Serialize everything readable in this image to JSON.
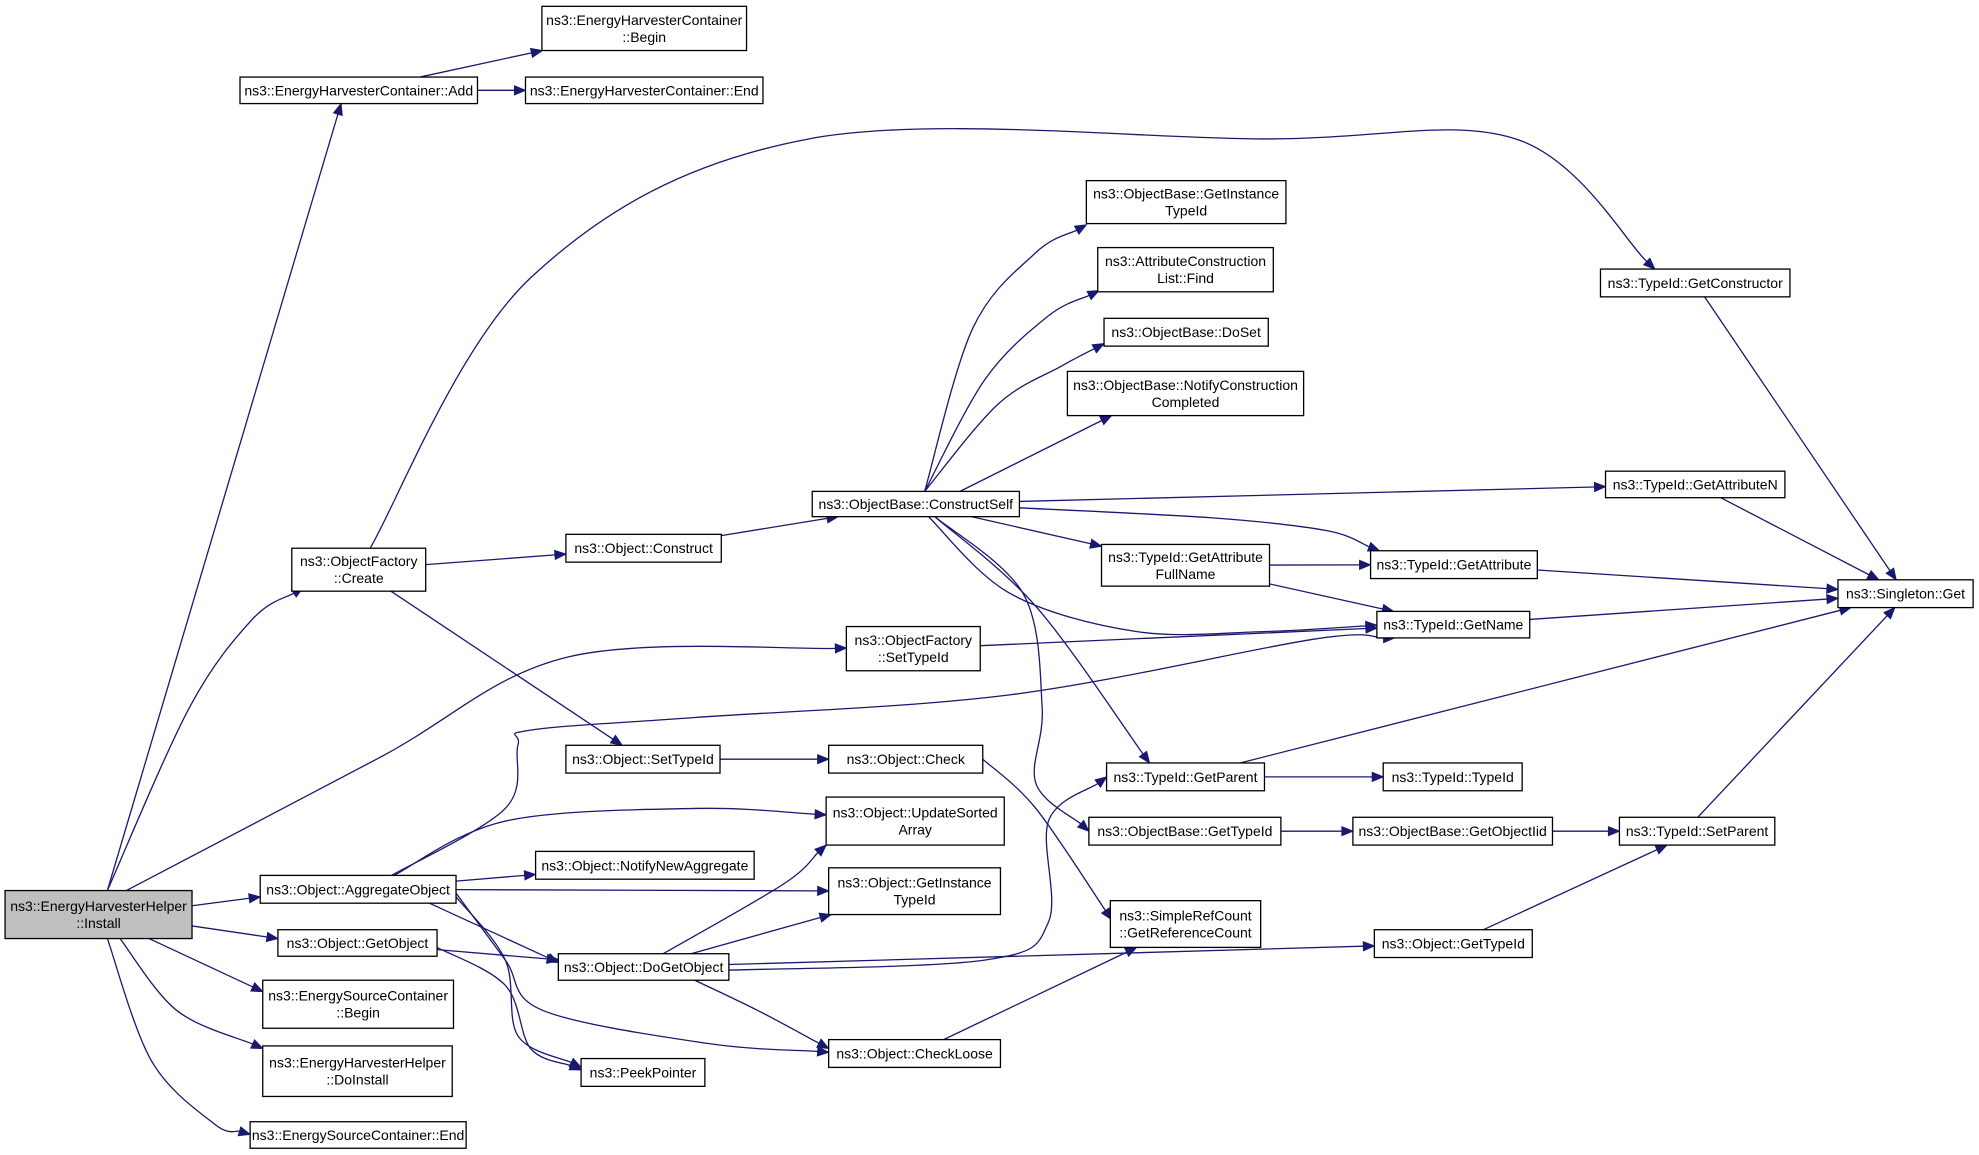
{
  "nodes": [
    {
      "id": "root",
      "lines": [
        "ns3::EnergyHarvesterHelper",
        "::Install"
      ],
      "root": true
    },
    {
      "id": "ehc_add",
      "lines": [
        "ns3::EnergyHarvesterContainer::Add"
      ]
    },
    {
      "id": "ehc_begin",
      "lines": [
        "ns3::EnergyHarvesterContainer",
        "::Begin"
      ]
    },
    {
      "id": "ehc_end",
      "lines": [
        "ns3::EnergyHarvesterContainer::End"
      ]
    },
    {
      "id": "of_create",
      "lines": [
        "ns3::ObjectFactory",
        "::Create"
      ]
    },
    {
      "id": "obj_construct",
      "lines": [
        "ns3::Object::Construct"
      ]
    },
    {
      "id": "ob_constructself",
      "lines": [
        "ns3::ObjectBase::ConstructSelf"
      ]
    },
    {
      "id": "ob_getinstance",
      "lines": [
        "ns3::ObjectBase::GetInstance",
        "TypeId"
      ]
    },
    {
      "id": "acl_find",
      "lines": [
        "ns3::AttributeConstruction",
        "List::Find"
      ]
    },
    {
      "id": "ob_doset",
      "lines": [
        "ns3::ObjectBase::DoSet"
      ]
    },
    {
      "id": "ob_notify",
      "lines": [
        "ns3::ObjectBase::NotifyConstruction",
        "Completed"
      ]
    },
    {
      "id": "tid_getconstructor",
      "lines": [
        "ns3::TypeId::GetConstructor"
      ]
    },
    {
      "id": "tid_getattrn",
      "lines": [
        "ns3::TypeId::GetAttributeN"
      ]
    },
    {
      "id": "tid_getattrfull",
      "lines": [
        "ns3::TypeId::GetAttribute",
        "FullName"
      ]
    },
    {
      "id": "tid_getattr",
      "lines": [
        "ns3::TypeId::GetAttribute"
      ]
    },
    {
      "id": "tid_getname",
      "lines": [
        "ns3::TypeId::GetName"
      ]
    },
    {
      "id": "singleton_get",
      "lines": [
        "ns3::Singleton::Get"
      ]
    },
    {
      "id": "of_settypeid",
      "lines": [
        "ns3::ObjectFactory",
        "::SetTypeId"
      ]
    },
    {
      "id": "obj_settypeid",
      "lines": [
        "ns3::Object::SetTypeId"
      ]
    },
    {
      "id": "obj_check",
      "lines": [
        "ns3::Object::Check"
      ]
    },
    {
      "id": "tid_getparent",
      "lines": [
        "ns3::TypeId::GetParent"
      ]
    },
    {
      "id": "tid_typeid",
      "lines": [
        "ns3::TypeId::TypeId"
      ]
    },
    {
      "id": "ob_gettypeid",
      "lines": [
        "ns3::ObjectBase::GetTypeId"
      ]
    },
    {
      "id": "ob_getobjectiid",
      "lines": [
        "ns3::ObjectBase::GetObjectIid"
      ]
    },
    {
      "id": "tid_setparent",
      "lines": [
        "ns3::TypeId::SetParent"
      ]
    },
    {
      "id": "obj_aggregate",
      "lines": [
        "ns3::Object::AggregateObject"
      ]
    },
    {
      "id": "obj_updatesorted",
      "lines": [
        "ns3::Object::UpdateSorted",
        "Array"
      ]
    },
    {
      "id": "obj_notifynew",
      "lines": [
        "ns3::Object::NotifyNewAggregate"
      ]
    },
    {
      "id": "obj_getinstance",
      "lines": [
        "ns3::Object::GetInstance",
        "TypeId"
      ]
    },
    {
      "id": "obj_getobject",
      "lines": [
        "ns3::Object::GetObject"
      ]
    },
    {
      "id": "obj_dogetobject",
      "lines": [
        "ns3::Object::DoGetObject"
      ]
    },
    {
      "id": "src_getrefcount",
      "lines": [
        "ns3::SimpleRefCount",
        "::GetReferenceCount"
      ]
    },
    {
      "id": "obj_gettypeid",
      "lines": [
        "ns3::Object::GetTypeId"
      ]
    },
    {
      "id": "esc_begin",
      "lines": [
        "ns3::EnergySourceContainer",
        "::Begin"
      ]
    },
    {
      "id": "ehh_doinstall",
      "lines": [
        "ns3::EnergyHarvesterHelper",
        "::DoInstall"
      ]
    },
    {
      "id": "esc_end",
      "lines": [
        "ns3::EnergySourceContainer::End"
      ]
    },
    {
      "id": "obj_checkloose",
      "lines": [
        "ns3::Object::CheckLoose"
      ]
    },
    {
      "id": "peekpointer",
      "lines": [
        "ns3::PeekPointer"
      ]
    }
  ],
  "edges": [
    [
      "root",
      "ehc_add"
    ],
    [
      "root",
      "of_create"
    ],
    [
      "root",
      "of_settypeid"
    ],
    [
      "root",
      "obj_aggregate"
    ],
    [
      "root",
      "obj_getobject"
    ],
    [
      "root",
      "esc_begin"
    ],
    [
      "root",
      "ehh_doinstall"
    ],
    [
      "root",
      "esc_end"
    ],
    [
      "ehc_add",
      "ehc_begin"
    ],
    [
      "ehc_add",
      "ehc_end"
    ],
    [
      "of_create",
      "tid_getconstructor"
    ],
    [
      "of_create",
      "obj_construct"
    ],
    [
      "of_create",
      "obj_settypeid"
    ],
    [
      "obj_construct",
      "ob_constructself"
    ],
    [
      "ob_constructself",
      "ob_getinstance"
    ],
    [
      "ob_constructself",
      "acl_find"
    ],
    [
      "ob_constructself",
      "ob_doset"
    ],
    [
      "ob_constructself",
      "ob_notify"
    ],
    [
      "ob_constructself",
      "tid_getattrn"
    ],
    [
      "ob_constructself",
      "tid_getattrfull"
    ],
    [
      "ob_constructself",
      "tid_getattr"
    ],
    [
      "ob_constructself",
      "tid_getname"
    ],
    [
      "ob_constructself",
      "tid_getparent"
    ],
    [
      "ob_constructself",
      "ob_gettypeid"
    ],
    [
      "tid_getconstructor",
      "singleton_get"
    ],
    [
      "tid_getattrn",
      "singleton_get"
    ],
    [
      "tid_getattrfull",
      "tid_getattr"
    ],
    [
      "tid_getattrfull",
      "tid_getname"
    ],
    [
      "tid_getattr",
      "singleton_get"
    ],
    [
      "tid_getname",
      "singleton_get"
    ],
    [
      "of_settypeid",
      "tid_getname"
    ],
    [
      "obj_settypeid",
      "obj_check"
    ],
    [
      "obj_check",
      "src_getrefcount"
    ],
    [
      "tid_getparent",
      "tid_typeid"
    ],
    [
      "tid_getparent",
      "singleton_get"
    ],
    [
      "ob_gettypeid",
      "ob_getobjectiid"
    ],
    [
      "ob_getobjectiid",
      "tid_setparent"
    ],
    [
      "tid_setparent",
      "singleton_get"
    ],
    [
      "obj_aggregate",
      "tid_getname"
    ],
    [
      "obj_aggregate",
      "obj_updatesorted"
    ],
    [
      "obj_aggregate",
      "obj_notifynew"
    ],
    [
      "obj_aggregate",
      "obj_getinstance"
    ],
    [
      "obj_aggregate",
      "obj_dogetobject"
    ],
    [
      "obj_aggregate",
      "obj_checkloose"
    ],
    [
      "obj_aggregate",
      "peekpointer"
    ],
    [
      "obj_getobject",
      "obj_dogetobject"
    ],
    [
      "obj_getobject",
      "peekpointer"
    ],
    [
      "obj_dogetobject",
      "obj_updatesorted"
    ],
    [
      "obj_dogetobject",
      "obj_getinstance"
    ],
    [
      "obj_dogetobject",
      "tid_getparent"
    ],
    [
      "obj_dogetobject",
      "obj_gettypeid"
    ],
    [
      "obj_dogetobject",
      "obj_checkloose"
    ],
    [
      "obj_checkloose",
      "src_getrefcount"
    ],
    [
      "obj_gettypeid",
      "tid_setparent"
    ]
  ]
}
